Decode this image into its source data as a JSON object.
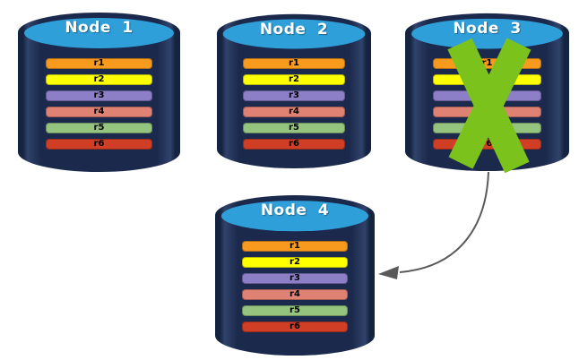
{
  "canvas": {
    "background": "#FFFFFF"
  },
  "colors": {
    "cylinder_body": "#1B2A4C",
    "cylinder_body_edge": "#14233F",
    "cylinder_body_highlight": "#31426B",
    "cylinder_top": "#2F9FD9",
    "title_text": "#FFFFFF",
    "record_text": "#000000",
    "failure_x": "#7CC21C",
    "arrow": "#595959"
  },
  "record_colors": {
    "r1": "#F89A1D",
    "r2": "#FFFF00",
    "r3": "#8D7FC7",
    "r4": "#E08273",
    "r5": "#95C47E",
    "r6": "#D03E26"
  },
  "nodes": [
    {
      "title": "Node 1",
      "failed": false,
      "records": [
        "r1",
        "r2",
        "r3",
        "r4",
        "r5",
        "r6"
      ]
    },
    {
      "title": "Node 2",
      "failed": false,
      "records": [
        "r1",
        "r2",
        "r3",
        "r4",
        "r5",
        "r6"
      ]
    },
    {
      "title": "Node 3",
      "failed": true,
      "records": [
        "r1",
        "r2",
        "r3",
        "r4",
        "r5",
        "r6"
      ]
    },
    {
      "title": "Node 4",
      "failed": false,
      "records": [
        "r1",
        "r2",
        "r3",
        "r4",
        "r5",
        "r6"
      ]
    }
  ]
}
